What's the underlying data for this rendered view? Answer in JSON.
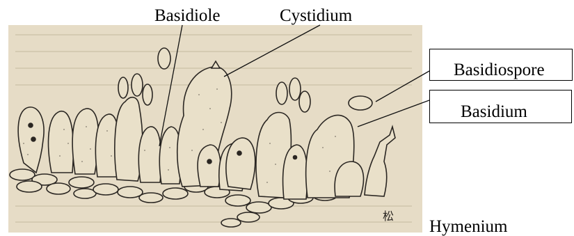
{
  "labels": {
    "basidiole": "Basidiole",
    "cystidium": "Cystidium",
    "basidiospore": "Basidiospore",
    "basidium": "Basidium",
    "hymenium": "Hymenium"
  },
  "illustration": {
    "signature": "松",
    "paper_color": "#e6dcc6",
    "ink_color": "#2a2622"
  }
}
